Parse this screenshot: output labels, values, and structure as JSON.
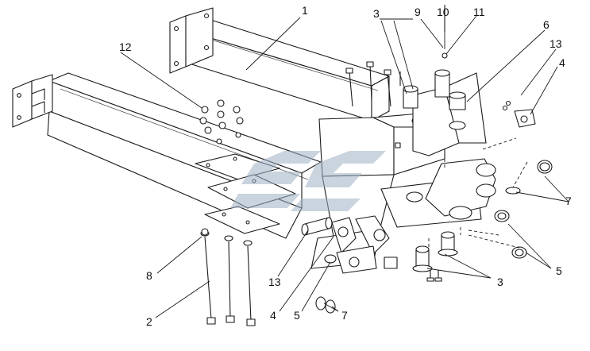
{
  "callouts": {
    "c1": "1",
    "c2": "2",
    "c3a": "3",
    "c3b": "3",
    "c4a": "4",
    "c4b": "4",
    "c5a": "5",
    "c5b": "5",
    "c6": "6",
    "c7a": "7",
    "c7b": "7",
    "c8": "8",
    "c9": "9",
    "c10": "10",
    "c11": "11",
    "c12": "12",
    "c13a": "13",
    "c13b": "13"
  },
  "colors": {
    "line": "#1a1a1a",
    "fill": "#ffffff",
    "watermark": "#9fb1c4"
  },
  "watermark": "logo-mark"
}
